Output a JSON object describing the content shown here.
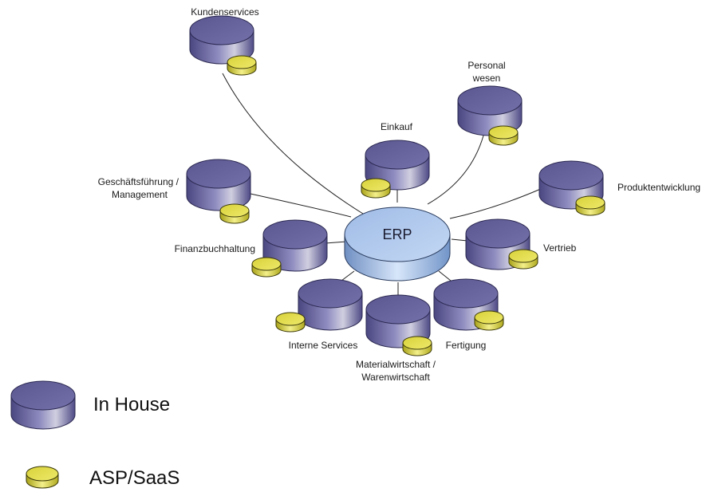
{
  "center": {
    "label": "ERP"
  },
  "nodes": [
    {
      "id": "kundenservices",
      "lines": [
        "Kundenservices"
      ]
    },
    {
      "id": "personalwesen",
      "lines": [
        "Personal",
        "wesen"
      ]
    },
    {
      "id": "einkauf",
      "lines": [
        "Einkauf"
      ]
    },
    {
      "id": "geschaeftsfuehrung",
      "lines": [
        "Geschäftsführung /",
        "Management"
      ]
    },
    {
      "id": "produktentwicklung",
      "lines": [
        "Produktentwicklung"
      ]
    },
    {
      "id": "finanzbuchhaltung",
      "lines": [
        "Finanzbuchhaltung"
      ]
    },
    {
      "id": "vertrieb",
      "lines": [
        "Vertrieb"
      ]
    },
    {
      "id": "interne-services",
      "lines": [
        "Interne Services"
      ]
    },
    {
      "id": "materialwirtschaft",
      "lines": [
        "Materialwirtschaft /",
        "Warenwirtschaft"
      ]
    },
    {
      "id": "fertigung",
      "lines": [
        "Fertigung"
      ]
    }
  ],
  "legend": {
    "in_house": "In House",
    "asp_saas": "ASP/SaaS"
  },
  "colors": {
    "in_house": "#6e6aa6",
    "asp_saas": "#e6e04a",
    "erp": "#b3cdf0",
    "connector": "#222222"
  }
}
